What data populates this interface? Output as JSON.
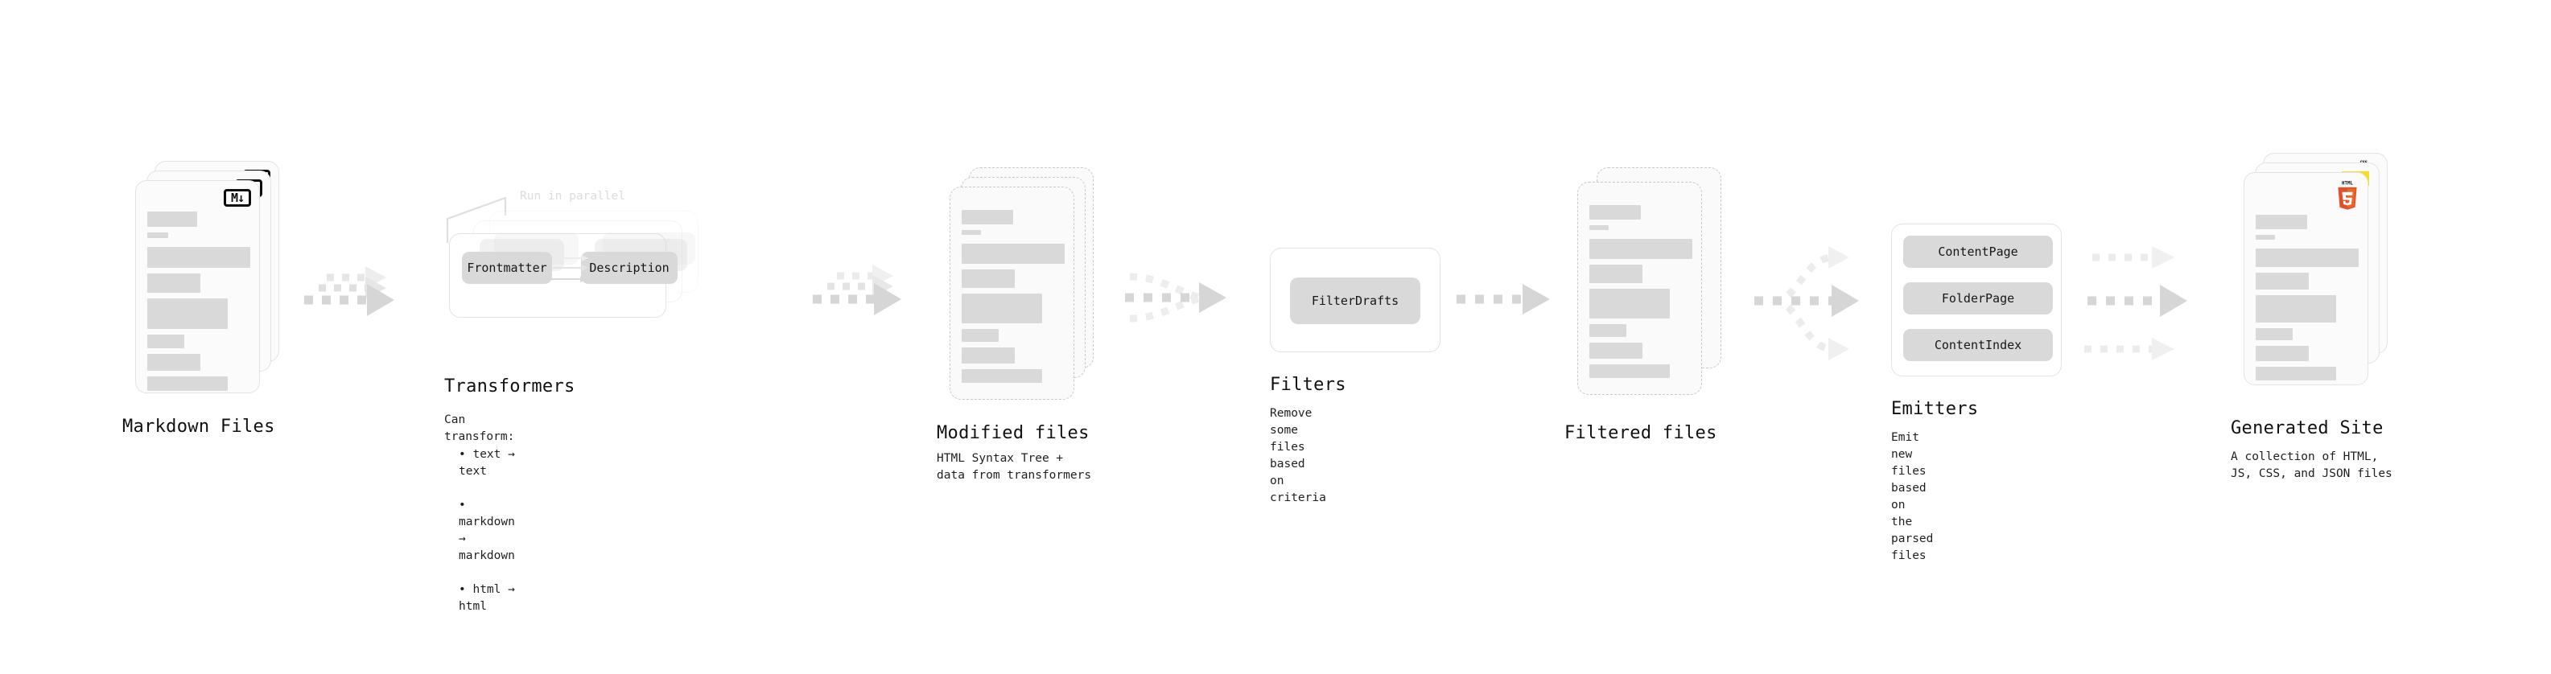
{
  "diagram": {
    "title_hidden": "",
    "colors": {
      "bar": "#d9d9d9",
      "card_border": "#e3e3e3",
      "dashed_border": "#c9c9c9",
      "arrow": "#d6d6d6",
      "pill": "#d9d9d9",
      "text": "#1a1a1a",
      "muted": "#dcdcdc",
      "html5_orange": "#e34f26",
      "js_yellow": "#f7df1e",
      "css_blue": "#264de4"
    },
    "stages": [
      {
        "id": "markdown-files",
        "title": "Markdown Files",
        "description": "",
        "badge": "markdown-icon",
        "badge_text": "M↓"
      },
      {
        "id": "transformers",
        "title": "Transformers",
        "description": "Can transform:",
        "bullets": [
          "text → text",
          "markdown → markdown",
          "html → html"
        ],
        "annotation": "Run in parallel",
        "items": [
          "Frontmatter",
          "Description"
        ]
      },
      {
        "id": "modified-files",
        "title": "Modified files",
        "description": "HTML Syntax Tree +\ndata from transformers"
      },
      {
        "id": "filters",
        "title": "Filters",
        "description": "Remove some files based\non criteria",
        "items": [
          "FilterDrafts"
        ]
      },
      {
        "id": "filtered-files",
        "title": "Filtered files",
        "description": ""
      },
      {
        "id": "emitters",
        "title": "Emitters",
        "description": "Emit new files based on\nthe parsed files",
        "items": [
          "ContentPage",
          "FolderPage",
          "ContentIndex"
        ]
      },
      {
        "id": "generated-site",
        "title": "Generated Site",
        "description": "A collection of HTML,\nJS, CSS, and JSON files",
        "badges": [
          "html5-icon",
          "js-icon",
          "css-icon"
        ]
      }
    ]
  }
}
